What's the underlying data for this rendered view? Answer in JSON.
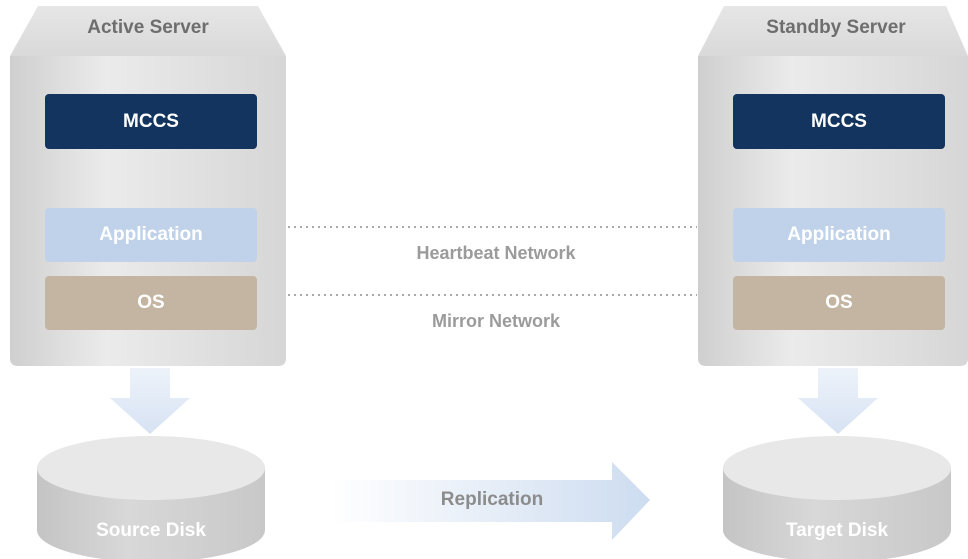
{
  "servers": [
    {
      "title": "Active Server",
      "mccs": "MCCS",
      "application": "Application",
      "os": "OS"
    },
    {
      "title": "Standby Server",
      "mccs": "MCCS",
      "application": "Application",
      "os": "OS"
    }
  ],
  "networks": {
    "heartbeat": "Heartbeat Network",
    "mirror": "Mirror Network"
  },
  "disks": {
    "source": "Source Disk",
    "target": "Target Disk"
  },
  "replication": "Replication",
  "colors": {
    "mccs": "#12345e",
    "application": "#bfd2ea",
    "os": "#c3b5a2",
    "server_body": "#dedede",
    "arrow": "#dfe8f5"
  }
}
